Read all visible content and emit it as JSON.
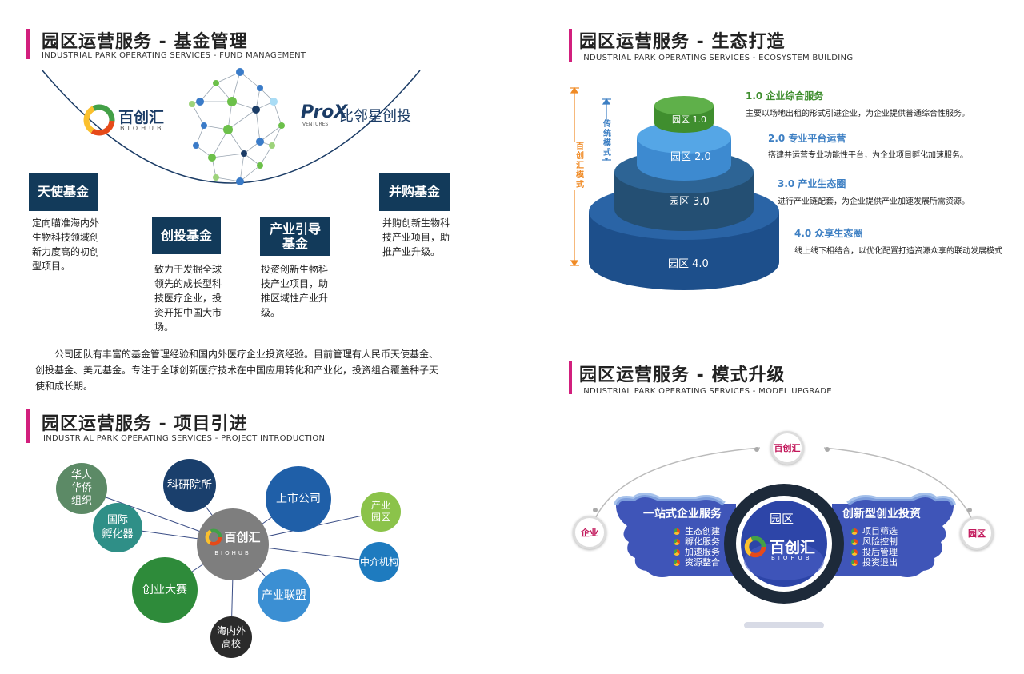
{
  "fund": {
    "title": "园区运营服务 - 基金管理",
    "subtitle": "INDUSTRIAL PARK OPERATING SERVICES - FUND MANAGEMENT",
    "logo_left": {
      "main": "百创汇",
      "sub": "BIOHUB"
    },
    "logo_right": {
      "main": "比邻星创投",
      "mark": "ProX",
      "sub": "VENTURES"
    },
    "boxes": [
      {
        "label": "天使基金",
        "desc": "定向瞄准海内外生物科技领域创新力度高的初创型项目。"
      },
      {
        "label": "创投基金",
        "desc": "致力于发掘全球领先的成长型科技医疗企业，投资开拓中国大市场。"
      },
      {
        "label": "产业引导\n基金",
        "desc": "投资创新生物科技产业项目，助推区域性产业升级。"
      },
      {
        "label": "并购基金",
        "desc": "并购创新生物科技产业项目，助推产业升级。"
      }
    ],
    "paragraph": "公司团队有丰富的基金管理经验和国内外医疗企业投资经验。目前管理有人民币天使基金、创投基金、美元基金。专注于全球创新医疗技术在中国应用转化和产业化，投资组合覆盖种子天使和成长期。"
  },
  "project": {
    "title": "园区运营服务 - 项目引进",
    "subtitle": "INDUSTRIAL PARK OPERATING SERVICES - PROJECT INTRODUCTION",
    "center": {
      "main": "百创汇",
      "sub": "BIOHUB"
    },
    "nodes": [
      "华人\n华侨\n组织",
      "国际\n孵化器",
      "科研院所",
      "上市公司",
      "产业\n园区",
      "中介机构",
      "产业联盟",
      "海内外\n高校",
      "创业大赛"
    ]
  },
  "eco": {
    "title": "园区运营服务 - 生态打造",
    "subtitle": "INDUSTRIAL PARK OPERATING SERVICES - ECOSYSTEM BUILDING",
    "left_outer": "百\n创\n汇\n模\n式",
    "left_inner": "传\n统\n模\n式",
    "tiers": [
      "园区 1.0",
      "园区 2.0",
      "园区 3.0",
      "园区 4.0"
    ],
    "layers": [
      {
        "head": "1.0 企业综合服务",
        "desc": "主要以场地出租的形式引进企业，为企业提供普通综合性服务。"
      },
      {
        "head": "2.0 专业平台运营",
        "desc": "搭建并运营专业功能性平台，为企业项目孵化加速服务。"
      },
      {
        "head": "3.0 产业生态圈",
        "desc": "进行产业链配套，为企业提供产业加速发展所需资源。"
      },
      {
        "head": "4.0 众享生态圈",
        "desc": "线上线下相结合，以优化配置打造资源众享的联动发展模式"
      }
    ]
  },
  "model": {
    "title": "园区运营服务 - 模式升级",
    "subtitle": "INDUSTRIAL PARK OPERATING SERVICES - MODEL UPGRADE",
    "nodes": {
      "top": "百创汇",
      "left": "企业",
      "right": "园区"
    },
    "center_label": "园区",
    "center_logo": {
      "main": "百创汇",
      "sub": "BIOHUB"
    },
    "left_cloud": {
      "title": "一站式企业服务",
      "items": [
        "生态创建",
        "孵化服务",
        "加速服务",
        "资源整合"
      ]
    },
    "right_cloud": {
      "title": "创新型创业投资",
      "items": [
        "项目筛选",
        "风险控制",
        "投后管理",
        "投资退出"
      ]
    }
  }
}
